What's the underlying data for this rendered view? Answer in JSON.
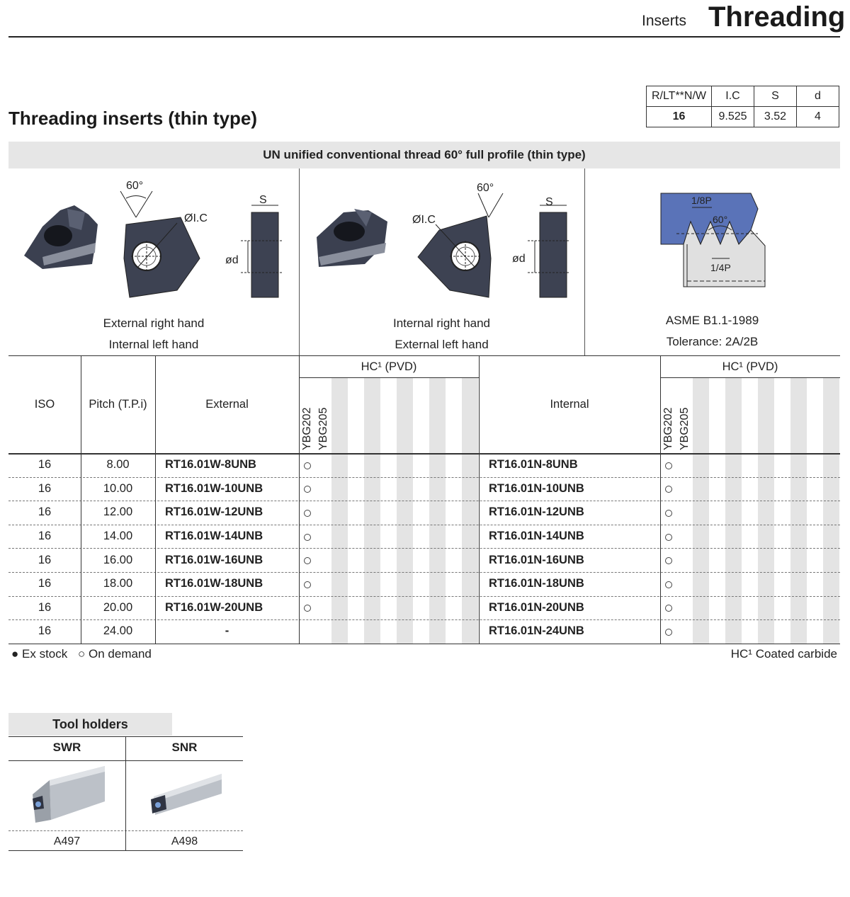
{
  "header": {
    "section": "Inserts",
    "title": "Threading"
  },
  "page_title": "Threading inserts (thin type)",
  "spec_table": {
    "headers": [
      "R/LT**N/W",
      "I.C",
      "S",
      "d"
    ],
    "row": [
      "16",
      "9.525",
      "3.52",
      "4"
    ]
  },
  "banner": "UN unified conventional thread 60° full profile (thin type)",
  "diagrams": {
    "angle": "60°",
    "ic": "ØI.C",
    "s": "S",
    "d": "ød",
    "profile_top": "1/8P",
    "profile_angle": "60°",
    "profile_bottom": "1/4P"
  },
  "captions": {
    "left": [
      "External right hand",
      "Internal left hand"
    ],
    "middle": [
      "Internal right hand",
      "External left hand"
    ],
    "right": [
      "ASME B1.1-1989",
      "Tolerance: 2A/2B"
    ]
  },
  "table": {
    "col_iso": "ISO",
    "col_pitch": "Pitch (T.P.i)",
    "col_external": "External",
    "col_internal": "Internal",
    "grade_group": "HC¹ (PVD)",
    "grades": [
      "YBG202",
      "YBG205"
    ],
    "rows": [
      {
        "iso": "16",
        "pitch": "8.00",
        "external": "RT16.01W-8UNB",
        "internal": "RT16.01N-8UNB"
      },
      {
        "iso": "16",
        "pitch": "10.00",
        "external": "RT16.01W-10UNB",
        "internal": "RT16.01N-10UNB"
      },
      {
        "iso": "16",
        "pitch": "12.00",
        "external": "RT16.01W-12UNB",
        "internal": "RT16.01N-12UNB"
      },
      {
        "iso": "16",
        "pitch": "14.00",
        "external": "RT16.01W-14UNB",
        "internal": "RT16.01N-14UNB"
      },
      {
        "iso": "16",
        "pitch": "16.00",
        "external": "RT16.01W-16UNB",
        "internal": "RT16.01N-16UNB"
      },
      {
        "iso": "16",
        "pitch": "18.00",
        "external": "RT16.01W-18UNB",
        "internal": "RT16.01N-18UNB"
      },
      {
        "iso": "16",
        "pitch": "20.00",
        "external": "RT16.01W-20UNB",
        "internal": "RT16.01N-20UNB"
      },
      {
        "iso": "16",
        "pitch": "24.00",
        "external": "-",
        "internal": "RT16.01N-24UNB"
      }
    ]
  },
  "legend": {
    "ex_stock": "Ex stock",
    "on_demand": "On demand",
    "coated": "HC¹ Coated carbide"
  },
  "tool_holders": {
    "title": "Tool holders",
    "items": [
      {
        "name": "SWR",
        "page": "A497"
      },
      {
        "name": "SNR",
        "page": "A498"
      }
    ]
  },
  "colors": {
    "insert": "#3d4252",
    "profile_blue": "#5a73b8",
    "stripe": "#e4e4e4",
    "banner": "#e6e6e6"
  }
}
